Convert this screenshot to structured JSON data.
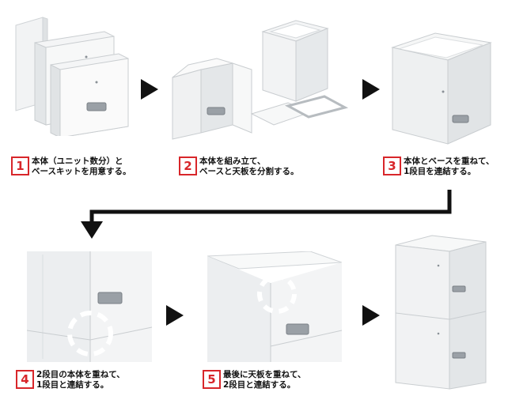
{
  "steps": [
    {
      "num": "1",
      "line1": "本体（ユニット数分）と",
      "line2": "ベースキットを用意する。"
    },
    {
      "num": "2",
      "line1": "本体を組み立て、",
      "line2": "ベースと天板を分割する。"
    },
    {
      "num": "3",
      "line1": "本体とベースを重ねて、",
      "line2": "1段目を連結する。"
    },
    {
      "num": "4",
      "line1": "2段目の本体を重ねて、",
      "line2": "1段目と連結する。"
    },
    {
      "num": "5",
      "line1": "最後に天板を重ねて、",
      "line2": "2段目と連結する。"
    }
  ],
  "colors": {
    "accent": "#d8262a",
    "panel": "#eef0f1",
    "edge": "#c9cdd0",
    "arrow": "#111111"
  }
}
